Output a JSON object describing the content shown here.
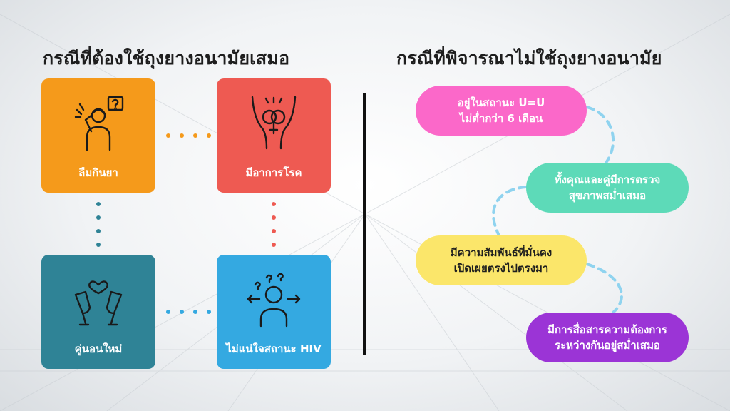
{
  "left_section": {
    "title": "กรณีที่ต้องใช้ถุงยางอนามัยเสมอ",
    "tiles": [
      {
        "label": "ลืมกินยา",
        "color": "#f59a1b",
        "icon": "confused-person-icon"
      },
      {
        "label": "มีอาการโรค",
        "color": "#ee5a52",
        "icon": "genital-symptom-icon"
      },
      {
        "label": "คู่นอนใหม่",
        "color": "#2f8396",
        "icon": "toast-glasses-heart-icon"
      },
      {
        "label": "ไม่แน่ใจสถานะ HIV",
        "color": "#34a9e1",
        "icon": "uncertain-person-icon"
      }
    ]
  },
  "right_section": {
    "title": "กรณีที่พิจารณาไม่ใช้ถุงยางอนามัย",
    "steps": [
      {
        "lines": [
          "อยู่ในสถานะ U=U",
          "ไม่ต่ำกว่า 6 เดือน"
        ],
        "color": "#fb68c9"
      },
      {
        "lines": [
          "ทั้งคุณและคู่มีการตรวจ",
          "สุขภาพสม่ำเสมอ"
        ],
        "color": "#5ddab8"
      },
      {
        "lines": [
          "มีความสัมพันธ์ที่มั่นคง",
          "เปิดเผยตรงไปตรงมา"
        ],
        "color": "#fbe66a"
      },
      {
        "lines": [
          "มีการสื่อสารความต้องการ",
          "ระหว่างกันอยู่สม่ำเสมอ"
        ],
        "color": "#9b34d6"
      }
    ],
    "connector_color": "#8fd3ef"
  }
}
